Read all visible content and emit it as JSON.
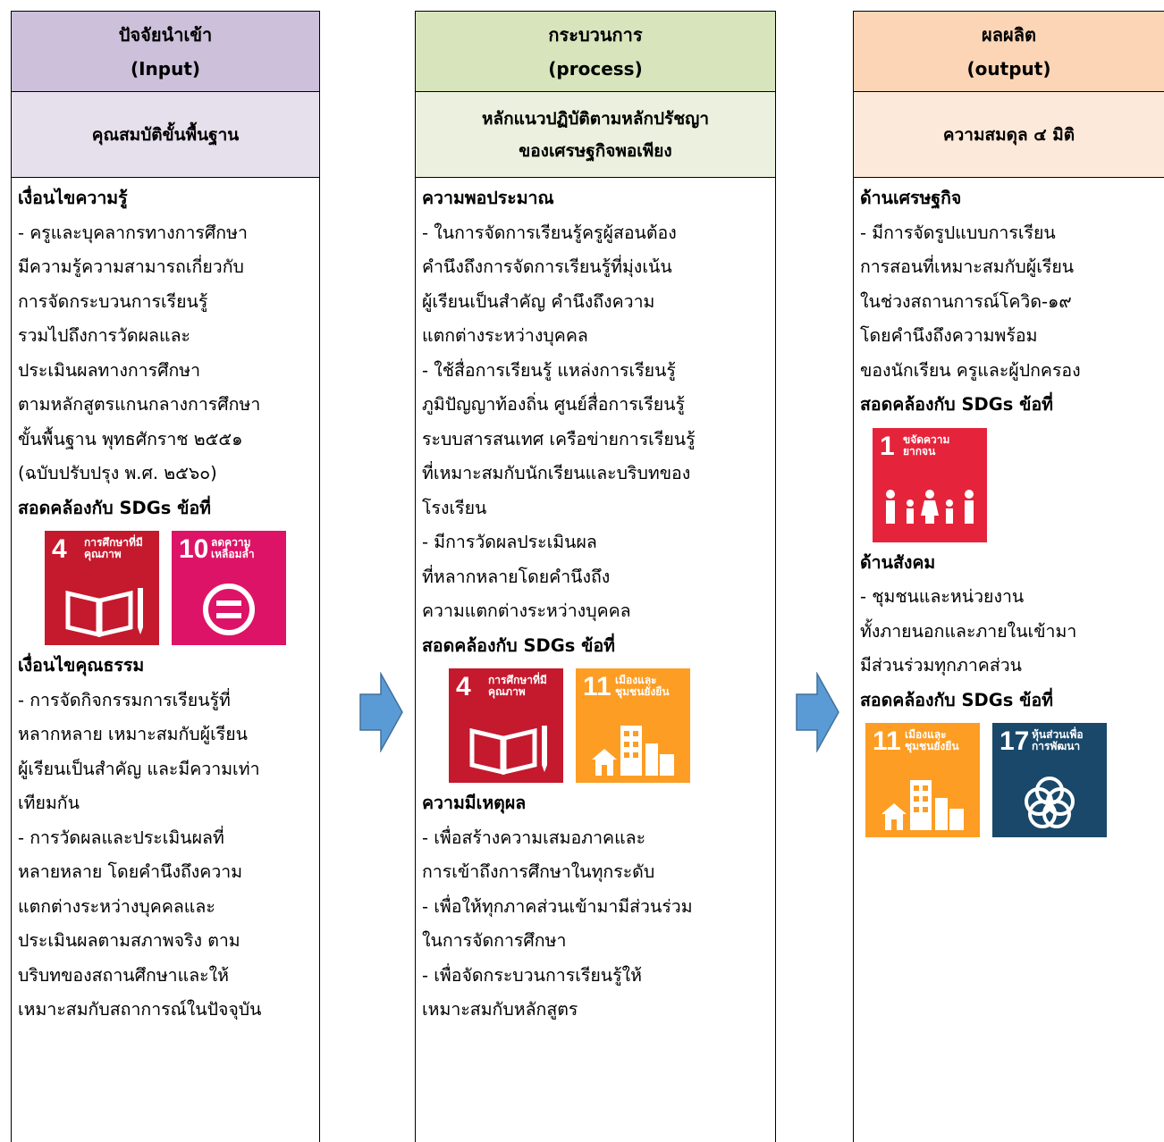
{
  "colors": {
    "input_header": "#ccc0da",
    "input_sub": "#e5e0ec",
    "process_header": "#d7e4bc",
    "process_sub": "#ebf1de",
    "output_header": "#fbd5b5",
    "output_sub": "#fde9d9",
    "arrow": "#5b9bd5",
    "sdg1": "#e5243b",
    "sdg4": "#c5192d",
    "sdg10": "#dd1367",
    "sdg11": "#fd9d24",
    "sdg17": "#19486a"
  },
  "input": {
    "title": "ปัจจัยนำเข้า",
    "title_en": "(Input)",
    "subtitle": "คุณสมบัติขั้นพื้นฐาน",
    "sections": [
      {
        "heading": "เงื่อนไขความรู้",
        "lines": [
          "- ครูและบุคลากรทางการศึกษา",
          "มีความรู้ความสามารถเกี่ยวกับ",
          "การจัดกระบวนการเรียนรู้",
          "รวมไปถึงการวัดผลและ",
          "ประเมินผลทางการศึกษา",
          "ตามหลักสูตรแกนกลางการศึกษา",
          "ขั้นพื้นฐาน พุทธศักราช ๒๕๕๑",
          "(ฉบับปรับปรุง พ.ศ. ๒๕๖๐)"
        ],
        "sdg_label": "สอดคล้องกับ SDGs ข้อที่",
        "sdgs": [
          {
            "num": "4",
            "title": [
              "การศึกษาที่มี",
              "คุณภาพ"
            ],
            "icon": "education-book-icon"
          },
          {
            "num": "10",
            "title": [
              "ลดความ",
              "เหลื่อมล้ำ"
            ],
            "icon": "equality-icon"
          }
        ]
      },
      {
        "heading": "เงื่อนไขคุณธรรม",
        "lines": [
          "- การจัดกิจกรรมการเรียนรู้ที่",
          "หลากหลาย เหมาะสมกับผู้เรียน",
          "ผู้เรียนเป็นสำคัญ และมีความเท่า",
          "เทียมกัน",
          "- การวัดผลและประเมินผลที่",
          "หลายหลาย โดยคำนึงถึงความ",
          "แตกต่างระหว่างบุคคลและ",
          "ประเมินผลตามสภาพจริง ตาม",
          "บริบทของสถานศึกษาและให้",
          "เหมาะสมกับสถาการณ์ในปัจจุบัน"
        ]
      }
    ]
  },
  "process": {
    "title": "กระบวนการ",
    "title_en": "(process)",
    "subtitle_lines": [
      "หลักแนวปฏิบัติตามหลักปรัชญา",
      "ของเศรษฐกิจพอเพียง"
    ],
    "sections": [
      {
        "heading": "ความพอประมาณ",
        "lines": [
          "- ในการจัดการเรียนรู้ครูผู้สอนต้อง",
          "คำนึงถึงการจัดการเรียนรู้ที่มุ่งเน้น",
          "ผู้เรียนเป็นสำคัญ คำนึงถึงความ",
          "แตกต่างระหว่างบุคคล",
          "- ใช้สื่อการเรียนรู้ แหล่งการเรียนรู้",
          "ภูมิปัญญาท้องถิ่น ศูนย์สื่อการเรียนรู้",
          "ระบบสารสนเทศ เครือข่ายการเรียนรู้",
          "ที่เหมาะสมกับนักเรียนและบริบทของ",
          "โรงเรียน",
          "- มีการวัดผลประเมินผล",
          "ที่หลากหลายโดยคำนึงถึง",
          "ความแตกต่างระหว่างบุคคล"
        ],
        "sdg_label": "สอดคล้องกับ SDGs ข้อที่",
        "sdgs": [
          {
            "num": "4",
            "title": [
              "การศึกษาที่มี",
              "คุณภาพ"
            ],
            "icon": "education-book-icon"
          },
          {
            "num": "11",
            "title": [
              "เมืองและ",
              "ชุมชนยั่งยืน"
            ],
            "icon": "city-buildings-icon"
          }
        ]
      },
      {
        "heading": "ความมีเหตุผล",
        "lines": [
          "- เพื่อสร้างความเสมอภาคและ",
          "การเข้าถึงการศึกษาในทุกระดับ",
          "- เพื่อให้ทุกภาคส่วนเข้ามามีส่วนร่วม",
          "ในการจัดการศึกษา",
          "- เพื่อจัดกระบวนการเรียนรู้ให้",
          "เหมาะสมกับหลักสูตร"
        ]
      }
    ]
  },
  "output": {
    "title": "ผลผลิต",
    "title_en": "(output)",
    "subtitle": "ความสมดุล ๔ มิติ",
    "sections": [
      {
        "heading": "ด้านเศรษฐกิจ",
        "lines": [
          "- มีการจัดรูปแบบการเรียน",
          "การสอนที่เหมาะสมกับผู้เรียน",
          "ในช่วงสถานการณ์โควิด-๑๙",
          "โดยคำนึงถึงความพร้อม",
          "ของนักเรียน ครูและผู้ปกครอง"
        ],
        "sdg_label": "สอดคล้องกับ SDGs ข้อที่",
        "sdgs": [
          {
            "num": "1",
            "title": [
              "ขจัดความ",
              "ยากจน"
            ],
            "icon": "family-icon"
          }
        ]
      },
      {
        "heading": "ด้านสังคม",
        "lines": [
          "- ชุมชนและหน่วยงาน",
          "ทั้งภายนอกและภายในเข้ามา",
          "มีส่วนร่วมทุกภาคส่วน"
        ],
        "sdg_label": "สอดคล้องกับ SDGs ข้อที่",
        "sdgs": [
          {
            "num": "11",
            "title": [
              "เมืองและ",
              "ชุมชนยั่งยืน"
            ],
            "icon": "city-buildings-icon"
          },
          {
            "num": "17",
            "title": [
              "หุ้นส่วนเพื่อ",
              "การพัฒนา"
            ],
            "icon": "partnership-rings-icon"
          }
        ]
      }
    ]
  }
}
